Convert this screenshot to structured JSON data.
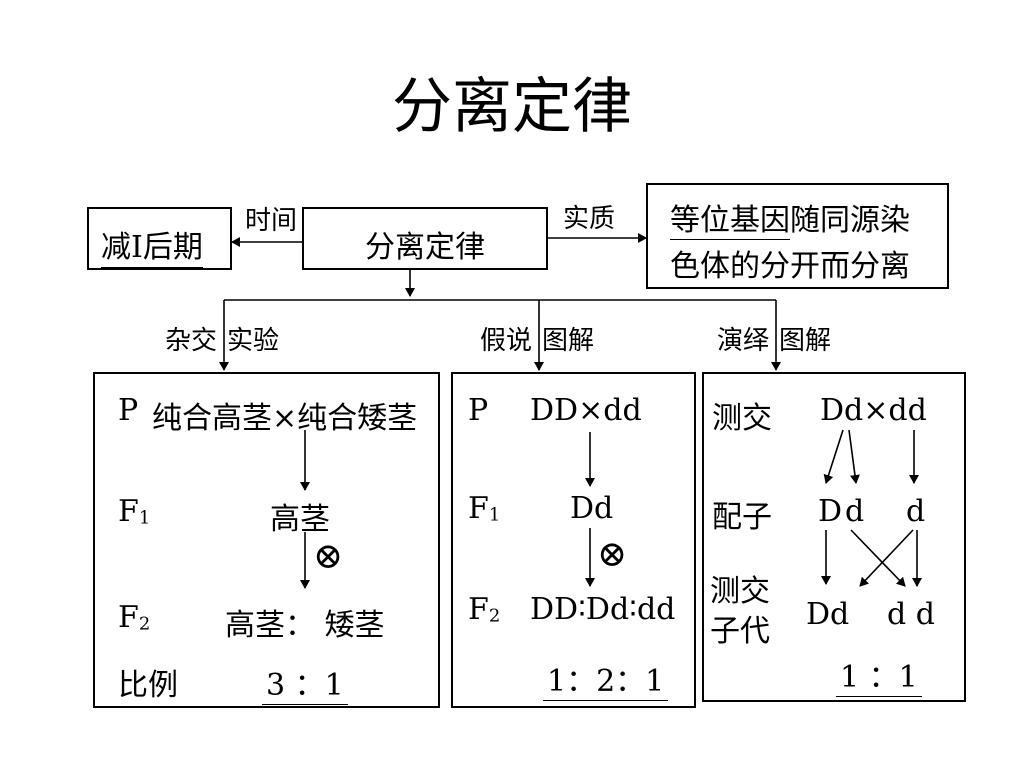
{
  "title": "分离定律",
  "center_box": "分离定律",
  "left": {
    "label": "时间",
    "box": "减Ⅰ后期"
  },
  "right": {
    "label": "实质",
    "line1_underlined": "等位基因",
    "line1_rest": "随同源染",
    "line2": "色体的分开而分离"
  },
  "branches": {
    "experiment": {
      "part1": "杂交",
      "part2": "实验"
    },
    "hypothesis": {
      "part1": "假说",
      "part2": "图解"
    },
    "deduction": {
      "part1": "演绎",
      "part2": "图解"
    }
  },
  "panel_experiment": {
    "p_label": "P",
    "p_cross": "纯合高茎×纯合矮茎",
    "f1_label": "F",
    "f1_sub": "1",
    "f1_value": "高茎",
    "f2_label": "F",
    "f2_sub": "2",
    "f2_value": "高茎： 矮茎",
    "ratio_label": "比例",
    "ratio_value": "3 ：1"
  },
  "panel_hypothesis": {
    "p_label": "P",
    "p_cross": "DD×dd",
    "f1_label": "F",
    "f1_sub": "1",
    "f1_value": "Dd",
    "f2_label": "F",
    "f2_sub": "2",
    "f2_value": "DD∶Dd∶dd",
    "ratio_value": "1：2：1"
  },
  "panel_deduction": {
    "testcross_label": "测交",
    "cross": "Dd×dd",
    "gamete_label": "配子",
    "gamete_D": "D",
    "gamete_d1": "d",
    "gamete_d2": "d",
    "offspring_label_1": "测交",
    "offspring_label_2": "子代",
    "offspring_1": "Dd",
    "offspring_2": "d d",
    "ratio_value": "1 ：1"
  },
  "self_cross_symbol": "⊗"
}
